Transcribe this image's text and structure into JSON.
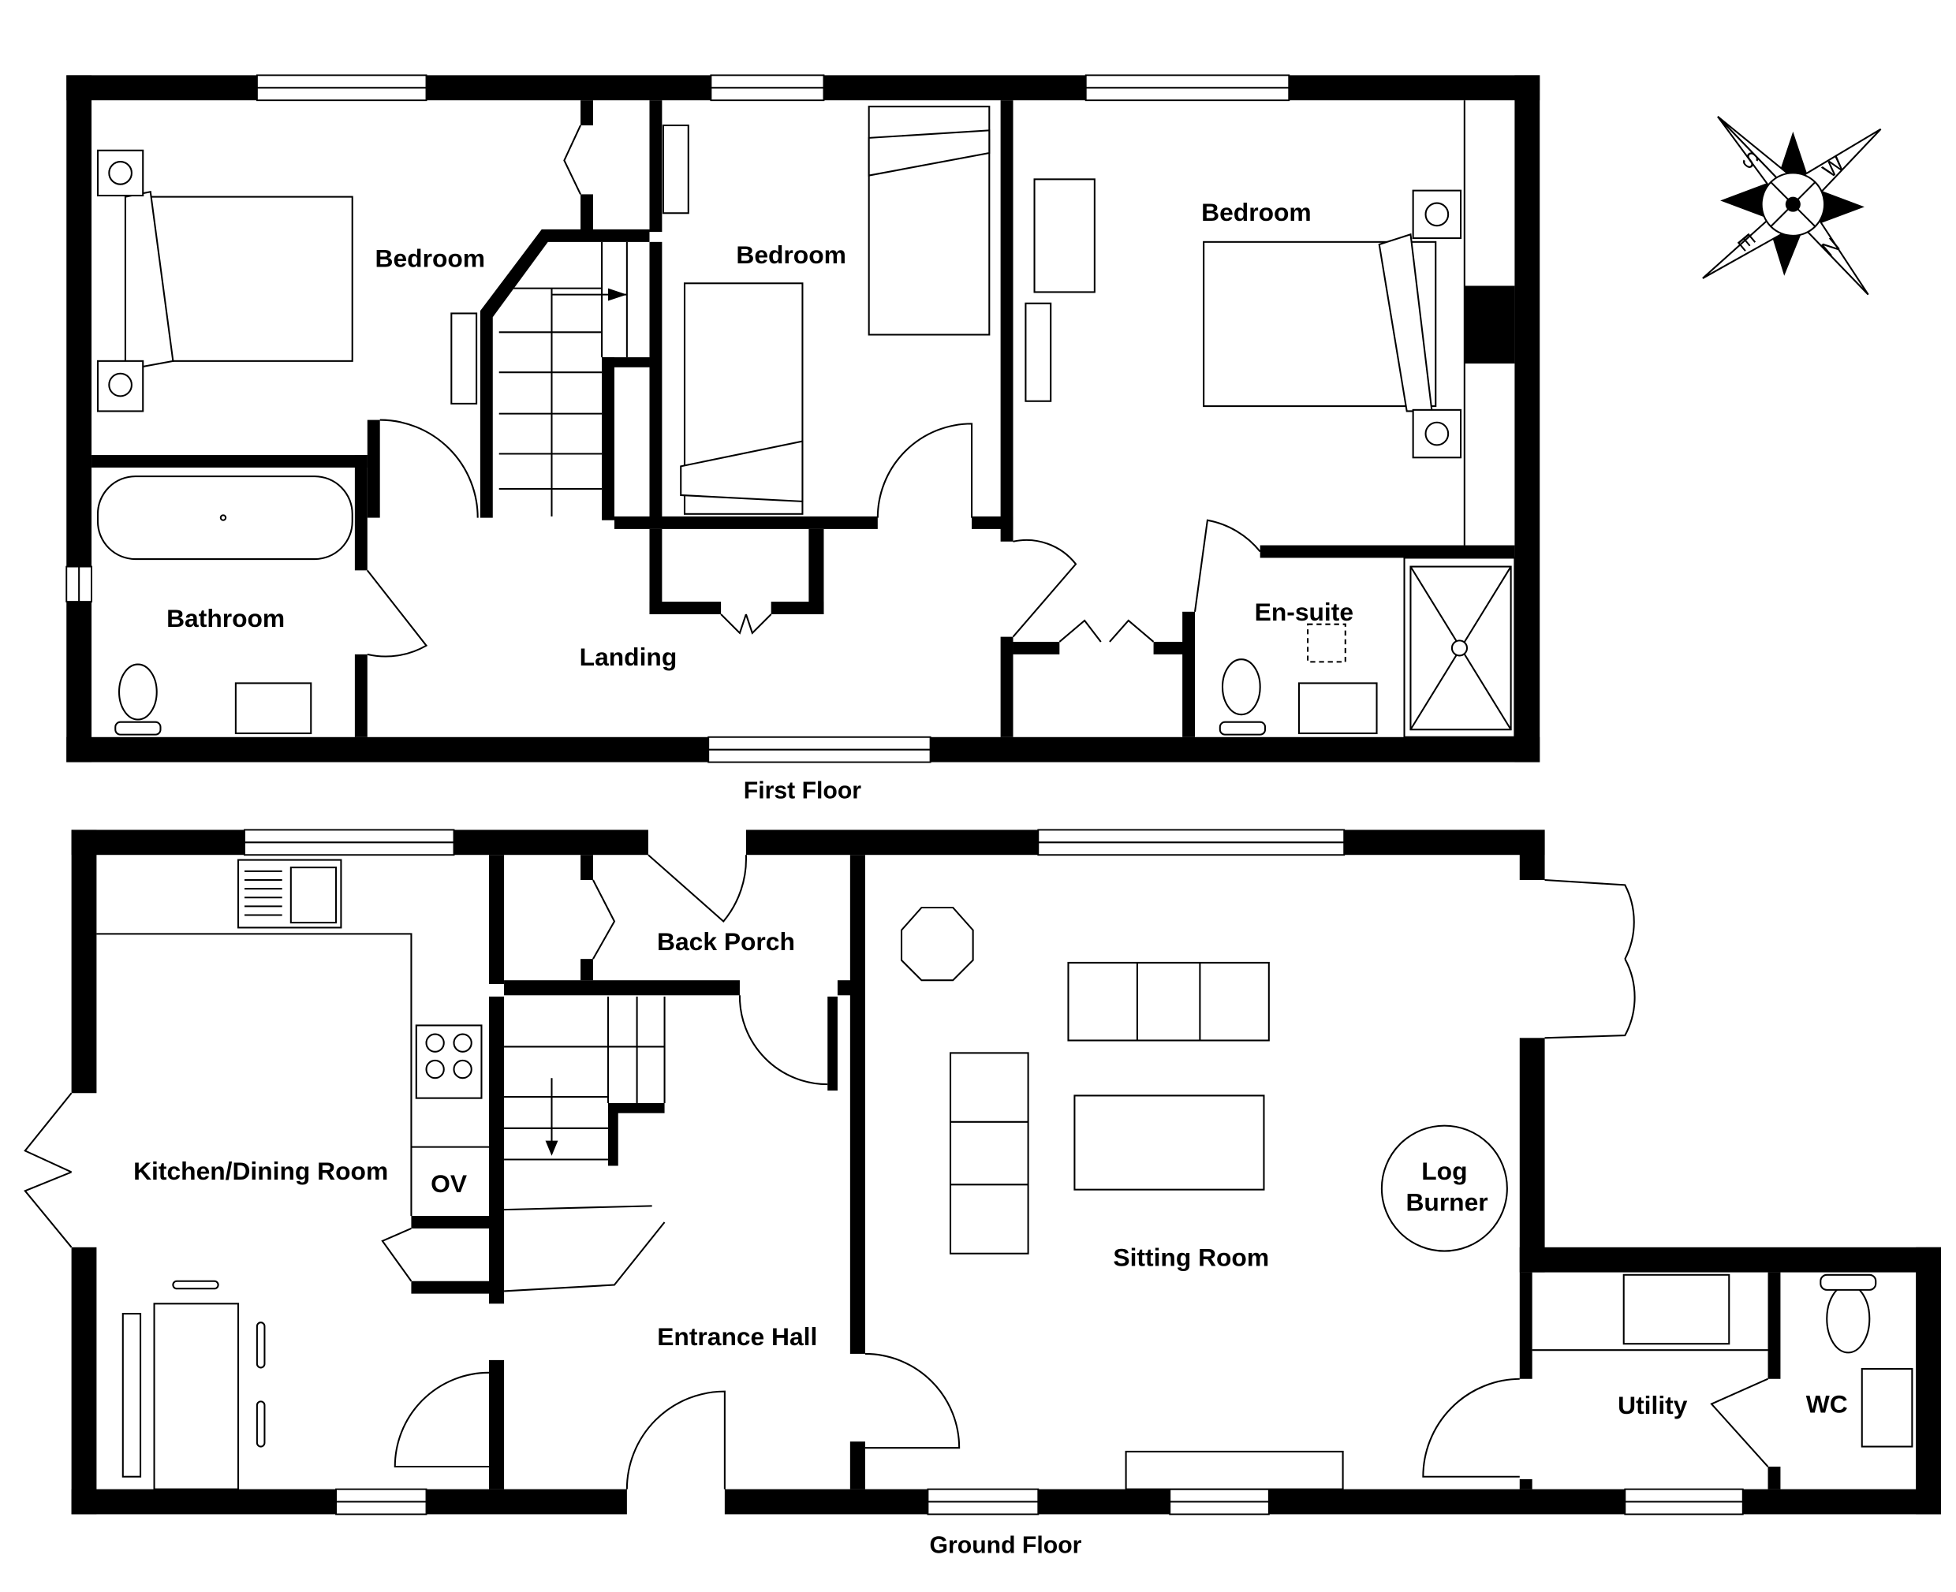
{
  "floors": {
    "first": {
      "title": "First Floor",
      "rooms": {
        "bedroom_1": "Bedroom",
        "bedroom_2": "Bedroom",
        "bedroom_3": "Bedroom",
        "bathroom": "Bathroom",
        "landing": "Landing",
        "ensuite": "En-suite"
      }
    },
    "ground": {
      "title": "Ground Floor",
      "rooms": {
        "kitchen": "Kitchen/Dining Room",
        "oven": "OV",
        "back_porch": "Back Porch",
        "entrance_hall": "Entrance Hall",
        "sitting_room": "Sitting Room",
        "log_burner_1": "Log",
        "log_burner_2": "Burner",
        "utility": "Utility",
        "wc": "WC"
      }
    }
  },
  "compass": {
    "n": "N",
    "s": "S",
    "e": "E",
    "w": "W"
  },
  "colors": {
    "wall": "#000000",
    "background": "#ffffff"
  }
}
